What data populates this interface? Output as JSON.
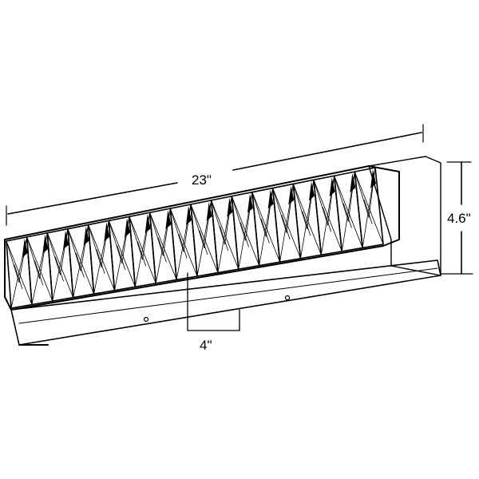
{
  "dimensions": {
    "width": "23\"",
    "height": "4.6\"",
    "depth": "4\""
  },
  "colors": {
    "ink": "#000000",
    "paper": "#ffffff"
  }
}
